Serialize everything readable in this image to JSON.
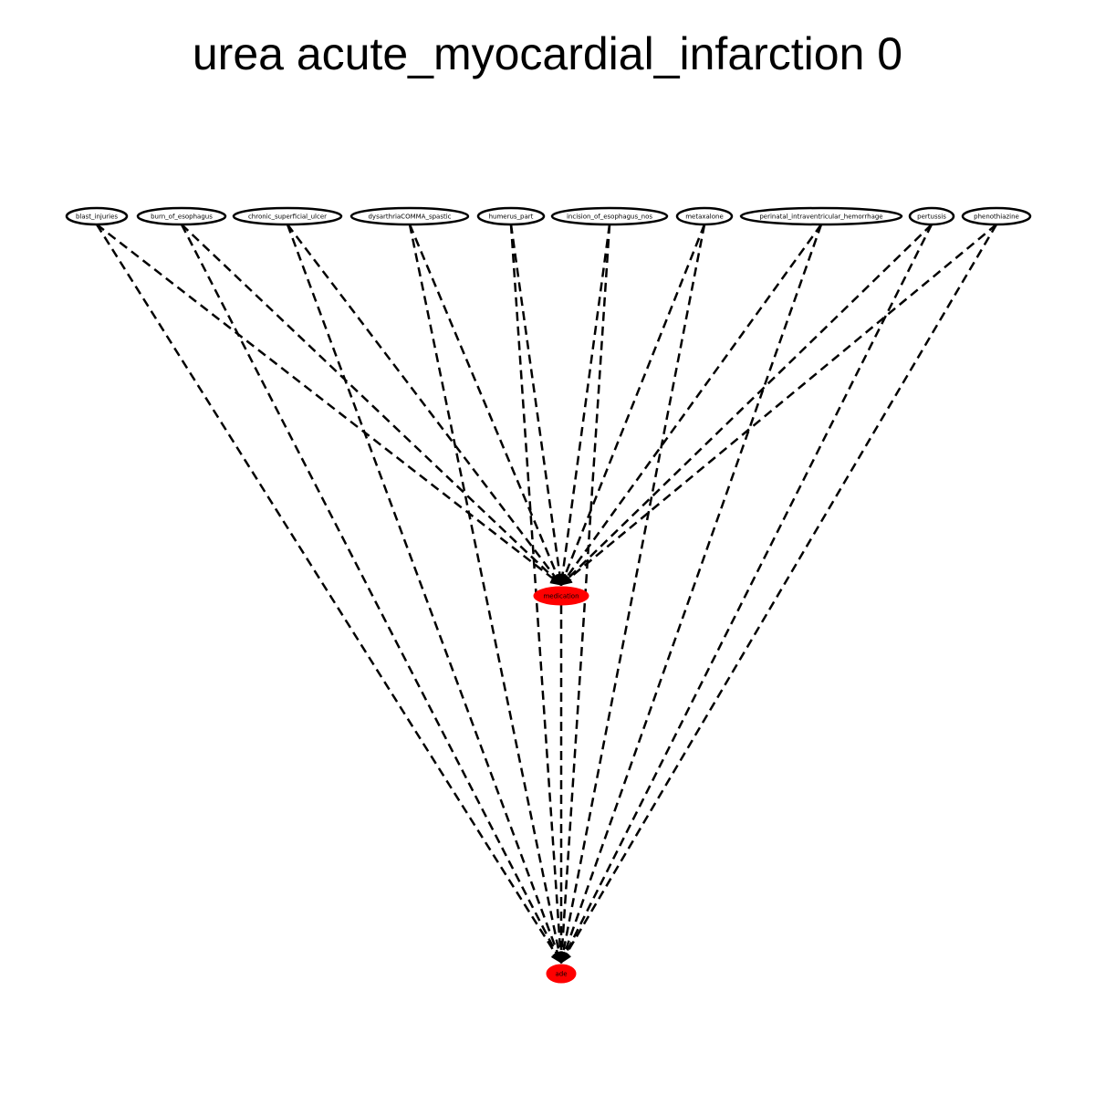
{
  "title": "urea acute_myocardial_infarction 0",
  "colors": {
    "edge": "#000000",
    "highlight": "#ff0000",
    "node_fill": "#ffffff",
    "node_stroke": "#000000"
  },
  "nodes": [
    {
      "id": "blast_injuries",
      "label": "blast_injuries",
      "highlight": false
    },
    {
      "id": "burn_of_esophagus",
      "label": "burn_of_esophagus",
      "highlight": false
    },
    {
      "id": "chronic_superficial_ulcer",
      "label": "chronic_superficial_ulcer",
      "highlight": false
    },
    {
      "id": "dysarthriaCOMMA_spastic",
      "label": "dysarthriaCOMMA_spastic",
      "highlight": false
    },
    {
      "id": "humerus_part",
      "label": "humerus_part",
      "highlight": false
    },
    {
      "id": "incision_of_esophagus_nos",
      "label": "incision_of_esophagus_nos",
      "highlight": false
    },
    {
      "id": "metaxalone",
      "label": "metaxalone",
      "highlight": false
    },
    {
      "id": "perinatal_intraventricular_hemorrhage",
      "label": "perinatal_intraventricular_hemorrhage",
      "highlight": false
    },
    {
      "id": "pertussis",
      "label": "pertussis",
      "highlight": false
    },
    {
      "id": "phenothiazine",
      "label": "phenothiazine",
      "highlight": false
    },
    {
      "id": "medication",
      "label": "medication",
      "highlight": true
    },
    {
      "id": "ade",
      "label": "ade",
      "highlight": true
    }
  ],
  "edges": [
    {
      "from": "blast_injuries",
      "to": "medication",
      "style": "dashed"
    },
    {
      "from": "blast_injuries",
      "to": "ade",
      "style": "dashed"
    },
    {
      "from": "burn_of_esophagus",
      "to": "medication",
      "style": "dashed"
    },
    {
      "from": "burn_of_esophagus",
      "to": "ade",
      "style": "dashed"
    },
    {
      "from": "chronic_superficial_ulcer",
      "to": "medication",
      "style": "dashed"
    },
    {
      "from": "chronic_superficial_ulcer",
      "to": "ade",
      "style": "dashed"
    },
    {
      "from": "dysarthriaCOMMA_spastic",
      "to": "medication",
      "style": "dashed"
    },
    {
      "from": "dysarthriaCOMMA_spastic",
      "to": "ade",
      "style": "dashed"
    },
    {
      "from": "humerus_part",
      "to": "medication",
      "style": "dashed"
    },
    {
      "from": "humerus_part",
      "to": "ade",
      "style": "dashed"
    },
    {
      "from": "incision_of_esophagus_nos",
      "to": "medication",
      "style": "dashed"
    },
    {
      "from": "incision_of_esophagus_nos",
      "to": "ade",
      "style": "dashed"
    },
    {
      "from": "metaxalone",
      "to": "medication",
      "style": "dashed"
    },
    {
      "from": "metaxalone",
      "to": "ade",
      "style": "dashed"
    },
    {
      "from": "perinatal_intraventricular_hemorrhage",
      "to": "medication",
      "style": "dashed"
    },
    {
      "from": "perinatal_intraventricular_hemorrhage",
      "to": "ade",
      "style": "dashed"
    },
    {
      "from": "pertussis",
      "to": "medication",
      "style": "dashed"
    },
    {
      "from": "pertussis",
      "to": "ade",
      "style": "dashed"
    },
    {
      "from": "phenothiazine",
      "to": "medication",
      "style": "dashed"
    },
    {
      "from": "phenothiazine",
      "to": "ade",
      "style": "dashed"
    },
    {
      "from": "medication",
      "to": "ade",
      "style": "dashed"
    }
  ]
}
